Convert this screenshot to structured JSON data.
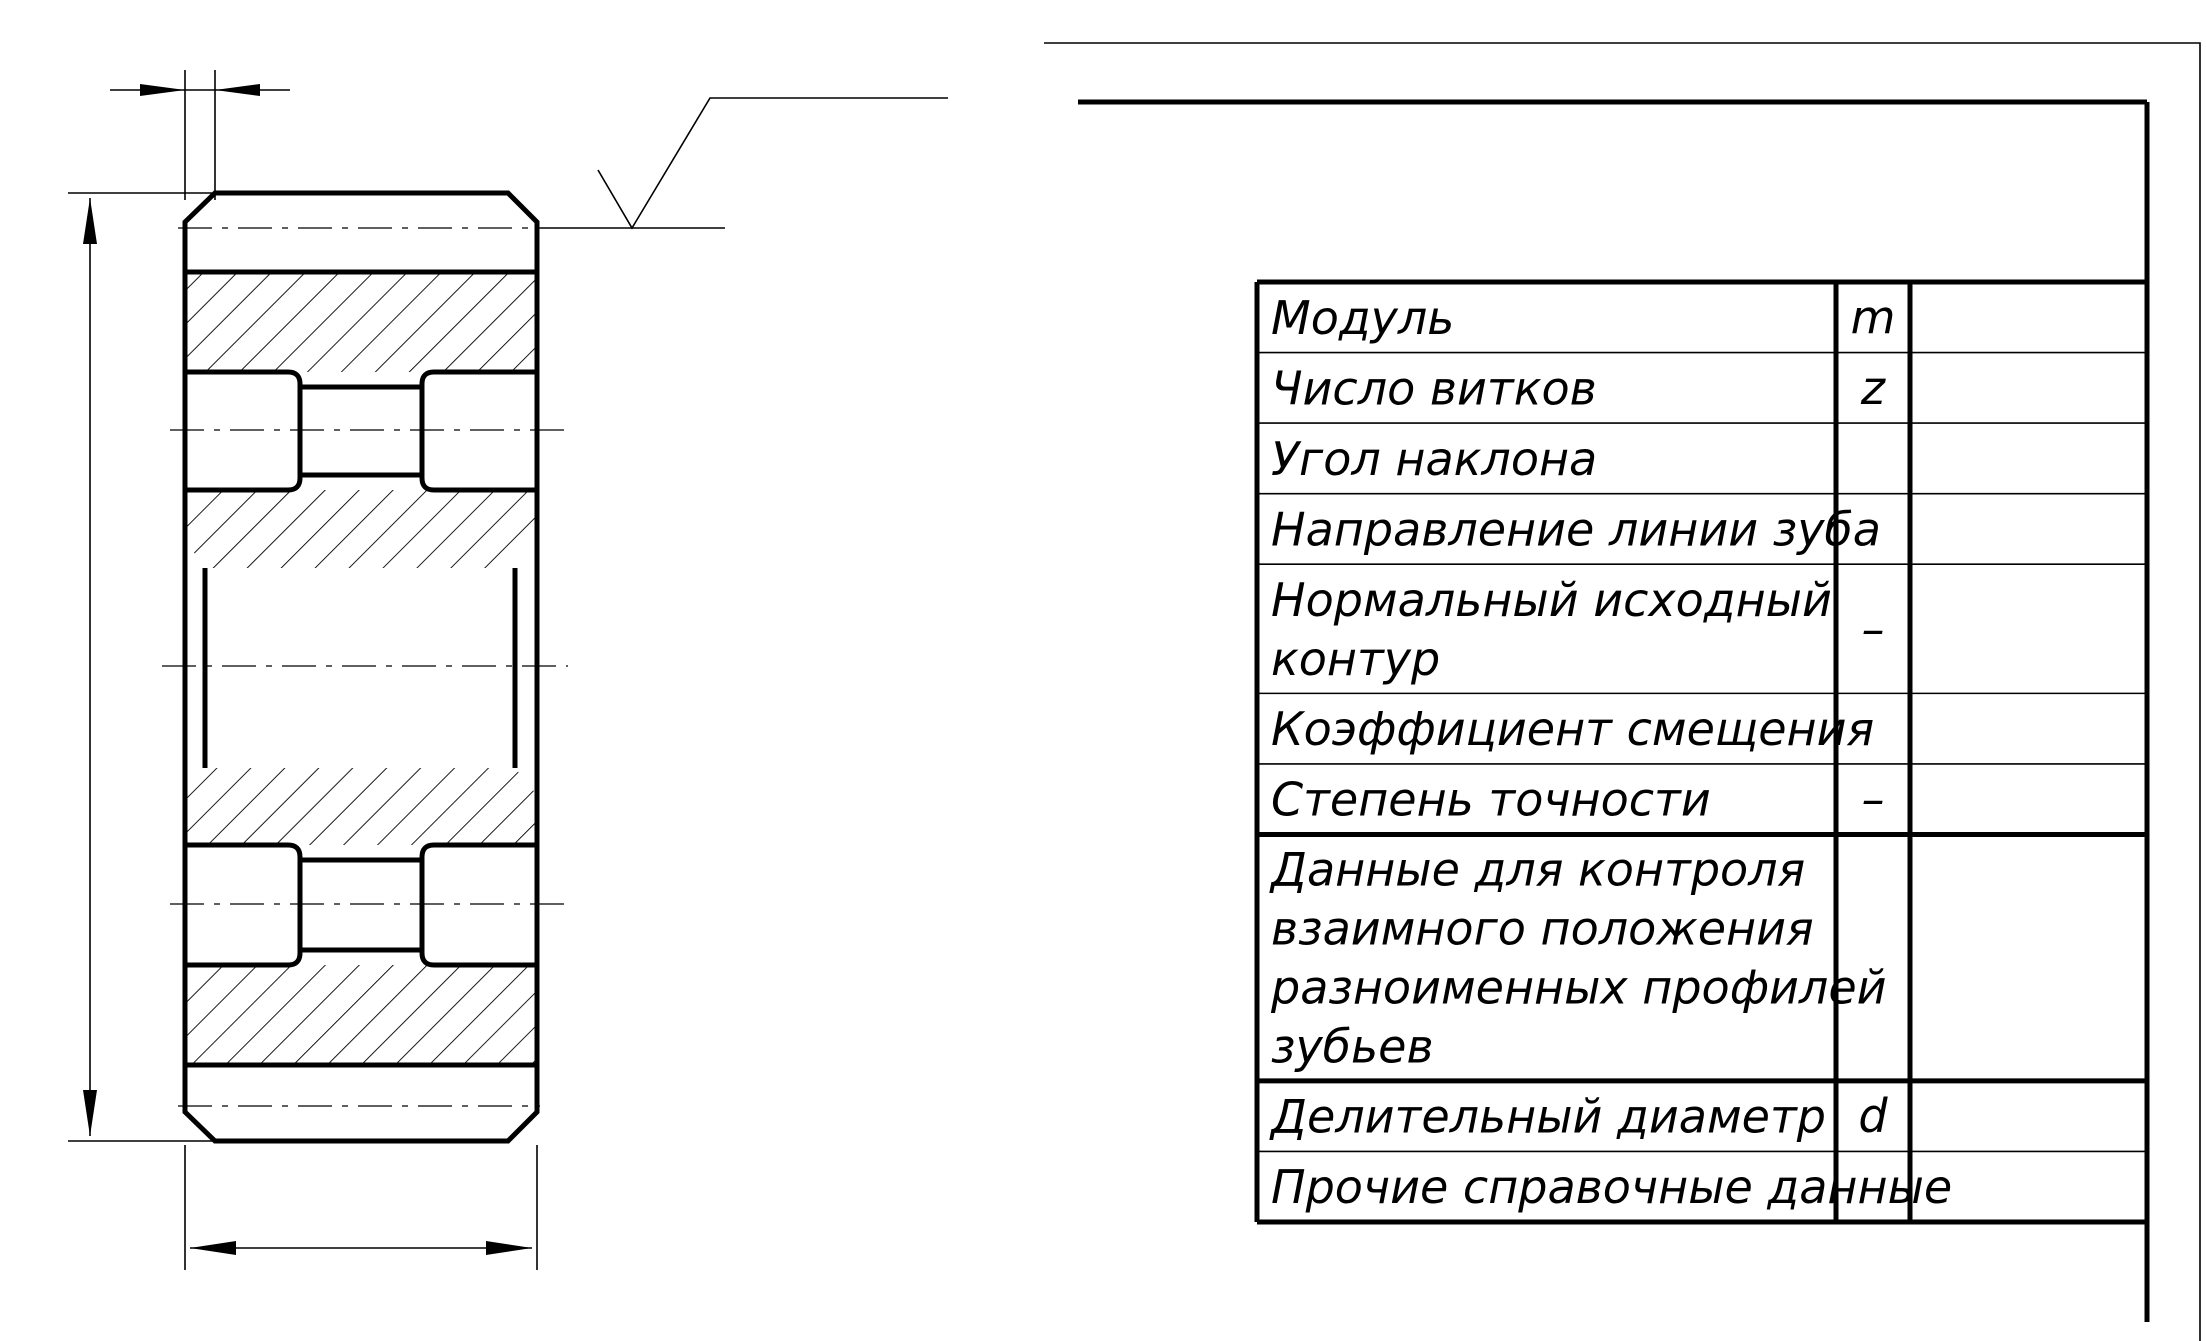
{
  "parameters_table": {
    "rows": [
      {
        "name_lines": [
          "Модуль"
        ],
        "symbol": "m"
      },
      {
        "name_lines": [
          "Число витков"
        ],
        "symbol": "z"
      },
      {
        "name_lines": [
          "Угол наклона"
        ],
        "symbol": ""
      },
      {
        "name_lines": [
          "Направление линии зуба"
        ],
        "symbol": ""
      },
      {
        "name_lines": [
          "Нормальный исходный",
          "контур"
        ],
        "symbol": "–"
      },
      {
        "name_lines": [
          "Коэффициент смещения"
        ],
        "symbol": ""
      },
      {
        "name_lines": [
          "Степень точности"
        ],
        "symbol": "–"
      },
      {
        "name_lines": [
          "Данные для контроля",
          "взаимного положения",
          "разноименных профилей",
          "зубьев"
        ],
        "symbol": ""
      },
      {
        "name_lines": [
          "Делительный диаметр"
        ],
        "symbol": "d"
      },
      {
        "name_lines": [
          "Прочие справочные данные"
        ],
        "symbol": ""
      }
    ]
  }
}
